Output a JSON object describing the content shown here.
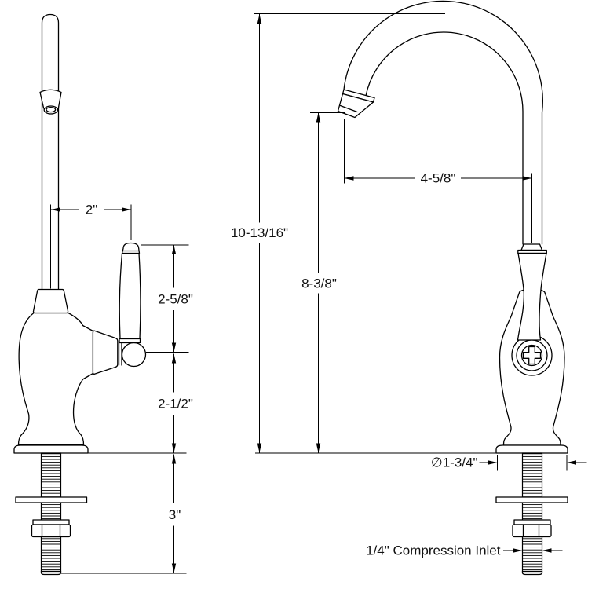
{
  "page": {
    "background": "#ffffff",
    "line_color": "#000000",
    "text_color": "#111111"
  },
  "drawing": {
    "subject": "drinking water faucet, two-view dimensioned technical drawing"
  },
  "dimensions": {
    "handle_offset": "2\"",
    "handle_length": "2-5/8\"",
    "body_height": "2-1/2\"",
    "shank_length": "3\"",
    "overall_height": "10-13/16\"",
    "spout_outlet_height": "8-3/8\"",
    "spout_reach": "4-5/8\"",
    "base_diameter": "∅1-3/4\"",
    "inlet_note": "1/4\" Compression Inlet"
  }
}
